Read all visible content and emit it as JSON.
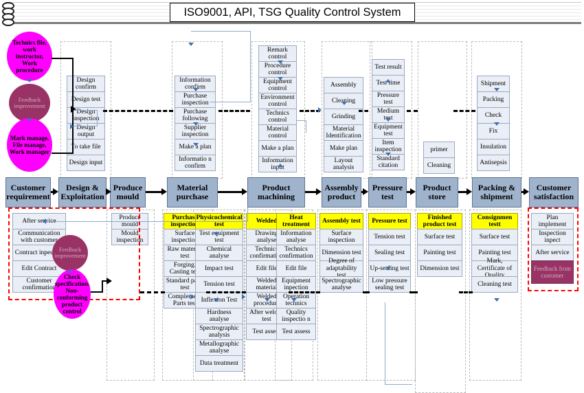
{
  "title": "ISO9001, API, TSG Quality Control System",
  "stages": [
    {
      "label": "Customer requirement"
    },
    {
      "label": "Design & Exploitation"
    },
    {
      "label": "Produce mould"
    },
    {
      "label": "Material purchase"
    },
    {
      "label": "Product machining"
    },
    {
      "label": "Assembly product"
    },
    {
      "label": "Pressure test"
    },
    {
      "label": "Product store"
    },
    {
      "label": "Packing & shipment"
    },
    {
      "label": "Customer satisfaction"
    }
  ],
  "left_blobs": [
    {
      "label": "Technics file, work instructor, Work procedure",
      "color": "#ff00ff"
    },
    {
      "label": "Feedback improvement",
      "color": "#993366"
    },
    {
      "label": "Mark manage, File manage, Work manager",
      "color": "#ff00ff"
    }
  ],
  "bottom_blobs": [
    {
      "label": "Feedback improvement",
      "color": "#993366"
    },
    {
      "label": "Check specification. Non-conforming product control",
      "color": "#ff00ff"
    }
  ],
  "top_columns": [
    {
      "name": "design-exploitation-top",
      "items": [
        "Design confirm",
        "Design test",
        "Design inspection",
        "Design output",
        "To take file",
        "Design input"
      ]
    },
    {
      "name": "material-purchase-top",
      "items": [
        "Information confirm",
        "Purchase inspection",
        "Purchase following",
        "Supplier inspection",
        "Make a plan",
        "Informatio n confirm"
      ]
    },
    {
      "name": "product-machining-top",
      "items": [
        "Remark control",
        "Procedure control",
        "Equipment control",
        "Environment control",
        "Technics control",
        "Material control",
        "Make a plan",
        "Information input"
      ]
    },
    {
      "name": "assembly-product-top",
      "items": [
        "Assembly",
        "Cleaning",
        "Grinding",
        "Material Identification",
        "Make plan",
        "Layout analysis"
      ]
    },
    {
      "name": "pressure-test-top",
      "items": [
        "Test result",
        "Test time",
        "Pressure test",
        "Medium test",
        "Equipment test",
        "Item inspection",
        "Standard citation"
      ]
    },
    {
      "name": "product-store-top",
      "items": [
        "primer",
        "Cleaning"
      ]
    },
    {
      "name": "packing-shipment-top",
      "items": [
        "Shipment",
        "Packing",
        "Check",
        "Fix",
        "Insulation",
        "Antisepsis"
      ]
    }
  ],
  "bottom_columns": [
    {
      "name": "customer-requirement-bottom",
      "header": null,
      "items": [
        "After service",
        "Communication with customer",
        "Contract inpection",
        "Edit Contract",
        "Customer confirmation"
      ]
    },
    {
      "name": "produce-mould-bottom",
      "header": null,
      "items": [
        "Produce mould",
        "Mould inspection"
      ]
    },
    {
      "name": "purchase-inspection-bottom",
      "header": "Purchase inspection",
      "items": [
        "Surface inspection",
        "Raw material test",
        "Forging. Casting test",
        "Standard parts test",
        "Complement Parts test"
      ]
    },
    {
      "name": "physicochemical-test-bottom",
      "header": "Physicochemical test",
      "items": [
        "Test equipment test",
        "Chemical analyse",
        "Impact test",
        "Tension test",
        "Inflexion Test",
        "Hardness analyse",
        "Spectrographic analysis",
        "Metallographic analyse",
        "Data treatment"
      ]
    },
    {
      "name": "welded-bottom",
      "header": "Welded",
      "items": [
        "Drawing analyse",
        "Technics confirmation",
        "Edit file",
        "Welded material",
        "Welded procedure",
        "After welded test",
        "Test assess"
      ]
    },
    {
      "name": "heat-treatment-bottom",
      "header": "Heat treatment",
      "items": [
        "Information analyse",
        "Technics confirmation",
        "Edit file",
        "Equipment inpection",
        "Operation technics",
        "Quality inspectio n",
        "Test assess"
      ]
    },
    {
      "name": "assembly-test-bottom",
      "header": "Assembly test",
      "items": [
        "Surface inspection",
        "Dimension test",
        "Degree of adaptability test",
        "Spectrographic analyse"
      ]
    },
    {
      "name": "pressure-test-bottom",
      "header": "Pressure test",
      "items": [
        "Tension test",
        "Sealing test",
        "Up-sealing test",
        "Low pressure sealing test"
      ]
    },
    {
      "name": "finished-product-test-bottom",
      "header": "Finished product test",
      "items": [
        "Surface test",
        "Painting test",
        "Dimension test"
      ]
    },
    {
      "name": "consignment-test-bottom",
      "header": "Consignmen testt",
      "items": [
        "Surface test",
        "Painting test",
        "Mark, Certificate of Quality",
        "Cleaning test"
      ]
    },
    {
      "name": "customer-satisfaction-bottom",
      "header": null,
      "items": [
        "Plan implement",
        "Inspection inpect",
        "After service"
      ],
      "dark_item": "Feedback from customer"
    }
  ],
  "colors": {
    "stage_fill": "#9fb3cc",
    "node_fill": "#eaeff7",
    "highlight": "#ffff00",
    "magenta": "#ff00ff",
    "plum": "#993366",
    "red_dash": "#ff0000"
  }
}
